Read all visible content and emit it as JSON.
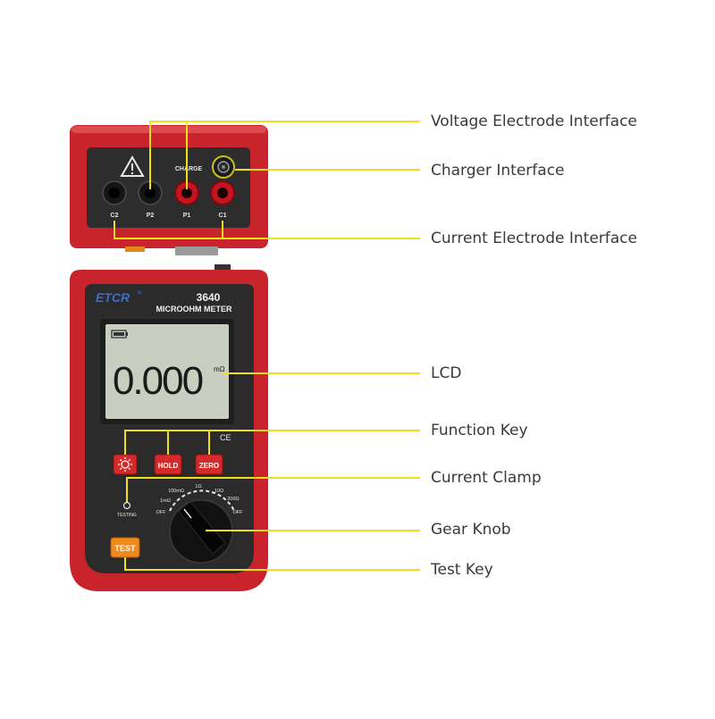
{
  "device": {
    "brand": "ETCR",
    "brand_mark": "®",
    "model": "3640",
    "name": "MICROOHM METER",
    "display_reading": "0.000",
    "display_unit": "mΩ",
    "ce_mark": "CE"
  },
  "top_panel": {
    "charge_label": "CHARGE",
    "terminals": [
      {
        "label": "C2",
        "color": "#151515"
      },
      {
        "label": "P2",
        "color": "#151515"
      },
      {
        "label": "P1",
        "color": "#c4141f"
      },
      {
        "label": "C1",
        "color": "#c4141f"
      }
    ]
  },
  "keys": {
    "backlight_icon": "sun-icon",
    "hold_label": "HOLD",
    "zero_label": "ZERO",
    "test_label": "TEST",
    "testing_label": "TESTING"
  },
  "knob": {
    "positions": [
      "OFF",
      "1mΩ",
      "100mΩ",
      "1Ω",
      "10Ω",
      "200Ω",
      "OFF"
    ]
  },
  "callouts": [
    {
      "id": "voltage",
      "label": "Voltage Electrode Interface"
    },
    {
      "id": "charger",
      "label": "Charger Interface"
    },
    {
      "id": "current",
      "label": "Current Electrode Interface"
    },
    {
      "id": "lcd",
      "label": "LCD"
    },
    {
      "id": "function",
      "label": "Function Key"
    },
    {
      "id": "clamp",
      "label": "Current Clamp"
    },
    {
      "id": "gear",
      "label": "Gear Knob"
    },
    {
      "id": "test",
      "label": "Test Key"
    }
  ],
  "colors": {
    "body_red": "#c9232c",
    "panel_dark": "#2b2b2b",
    "leader_yellow": "#f2df1c",
    "lcd_green": "#c9cfc0",
    "key_red": "#d62a2a",
    "test_orange": "#f08a1c"
  }
}
